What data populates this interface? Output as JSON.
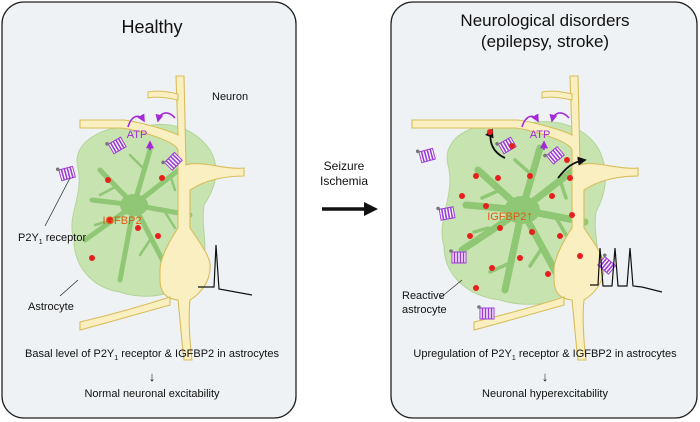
{
  "left_panel": {
    "title": "Healthy",
    "labels": {
      "neuron": "Neuron",
      "atp": "ATP",
      "igfbp2": "IGFBP2",
      "receptor_main": "P2Y",
      "receptor_sub": "1",
      "receptor_tail": " receptor",
      "astrocyte": "Astrocyte"
    },
    "caption_pre": "Basal level of P2Y",
    "caption_sub": "1",
    "caption_post": " receptor & IGFBP2 in astrocytes",
    "arrow": "↓",
    "outcome": "Normal neuronal excitability"
  },
  "center": {
    "line1": "Seizure",
    "line2": "Ischemia"
  },
  "right_panel": {
    "title_line1": "Neurological disorders",
    "title_line2": "(epilepsy, stroke)",
    "labels": {
      "atp": "ATP",
      "igfbp2": "IGFBP2",
      "up_arrow": "↑",
      "reactive_line1": "Reactive",
      "reactive_line2": "astrocyte"
    },
    "caption_pre": "Upregulation of P2Y",
    "caption_sub": "1",
    "caption_post": " receptor & IGFBP2 in astrocytes",
    "arrow": "↓",
    "outcome": "Neuronal hyperexcitability"
  },
  "colors": {
    "panel_fill": "#eef2f4",
    "neuron_fill": "#faefc0",
    "neuron_stroke": "#d8bd5a",
    "astrocyte_body": "#c7e3b0",
    "astrocyte_process": "#8fc775",
    "receptor": "#9b3bd6",
    "atp": "#a32ad6",
    "igfbp2_dot": "#e8201d",
    "igfbp2_text": "#e05a12"
  }
}
